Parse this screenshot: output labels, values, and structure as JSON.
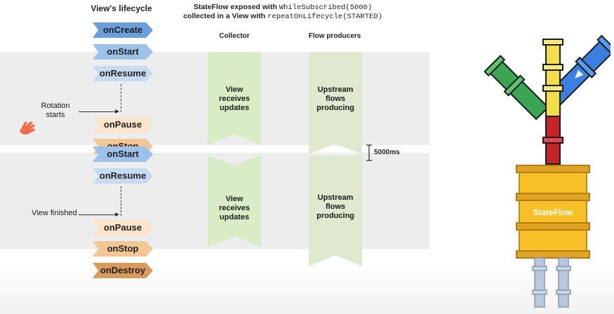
{
  "header": {
    "lifecycle_title": "View's lifecycle",
    "stateflow_line1_pre": "StateFlow exposed with ",
    "stateflow_line1_code": "WhileSubscribed(5000)",
    "stateflow_line2_pre": "collected in a View with ",
    "stateflow_line2_code": "repeatOnLifecycle(STARTED)"
  },
  "columns": {
    "collector": "Collector",
    "producers": "Flow producers"
  },
  "lifecycle": {
    "onCreate": "onCreate",
    "onStart1": "onStart",
    "onResume1": "onResume",
    "onPause1": "onPause",
    "onStop1": "onStop",
    "onStart2": "onStart",
    "onResume2": "onResume",
    "onPause2": "onPause",
    "onStop2": "onStop",
    "onDestroy": "onDestroy"
  },
  "annotations": {
    "rotation_line1": "Rotation",
    "rotation_line2": "starts",
    "view_finished": "View finished",
    "timeout": "5000ms"
  },
  "collector_blocks": [
    {
      "line1": "View",
      "line2": "receives",
      "line3": "updates"
    },
    {
      "line1": "View",
      "line2": "receives",
      "line3": "updates"
    }
  ],
  "producer_blocks": [
    {
      "line1": "Upstream",
      "line2": "flows",
      "line3": "producing"
    },
    {
      "line1": "Upstream",
      "line2": "flows",
      "line3": "producing"
    }
  ],
  "illustration": {
    "barrel_label": "StateFlow"
  },
  "colors": {
    "blue_dark": "#6d9ed9",
    "blue_light": "#c6dbf2",
    "peach": "#f3c696",
    "brown": "#d99b5d",
    "collector_green": "#d8edc6",
    "barrel_yellow": "#f6c026",
    "pointer_hand": "#ef6c4a"
  }
}
